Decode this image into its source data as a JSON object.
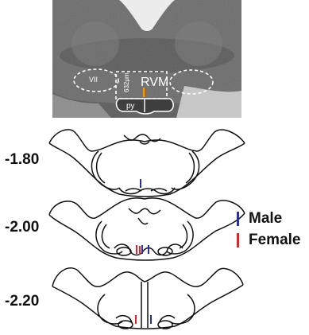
{
  "micrograph": {
    "vii_label": "VII",
    "rvm_label": "RVM",
    "scale_label": "632μm",
    "py_label": "py"
  },
  "levels": [
    {
      "label": "-1.80"
    },
    {
      "label": "-2.00"
    },
    {
      "label": "-2.20"
    }
  ],
  "legend": {
    "male": {
      "label": "Male",
      "color": "#2b2fa0"
    },
    "female": {
      "label": "Female",
      "color": "#e0242a"
    }
  }
}
